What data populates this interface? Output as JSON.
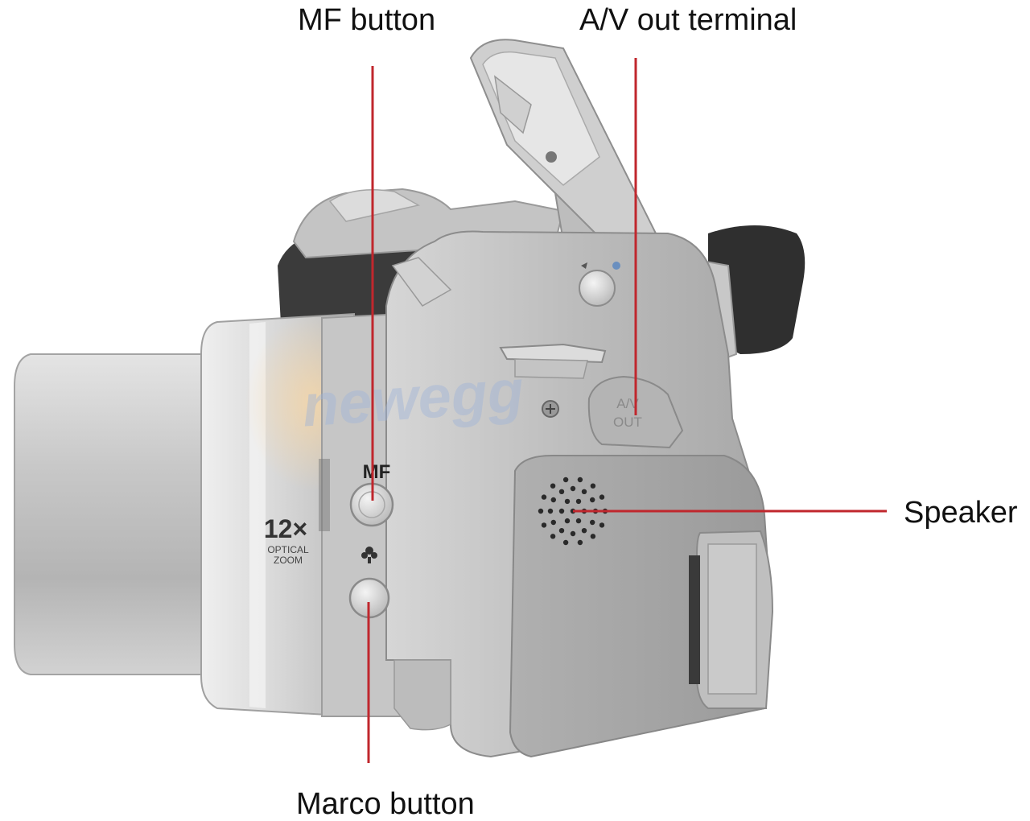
{
  "callouts": {
    "mf_button": "MF button",
    "av_terminal": "A/V out terminal",
    "speaker": "Speaker",
    "macro_button": "Marco button"
  },
  "camera_markings": {
    "zoom_value": "12×",
    "zoom_line1": "OPTICAL",
    "zoom_line2": "ZOOM",
    "mf_mark": "MF",
    "av_line1": "A/V",
    "av_line2": "OUT"
  },
  "watermark": "newegg",
  "colors": {
    "leader_line": "#c0272d",
    "body_silver": "#c9c9c9",
    "body_dark": "#3a3a3a",
    "label_text": "#111111"
  }
}
